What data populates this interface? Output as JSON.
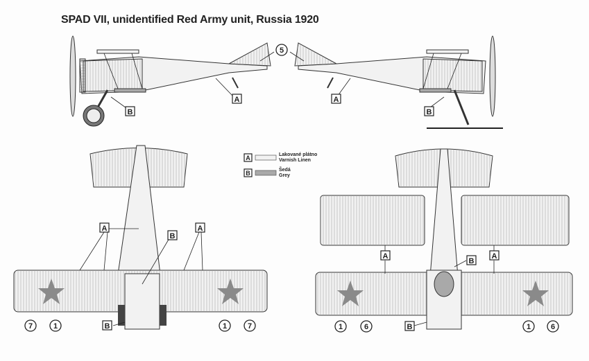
{
  "title": "SPAD VII, unidentified Red Army unit, Russia 1920",
  "legend": [
    {
      "key": "A",
      "line1": "Lakované plátno",
      "line2": "Varnish Linen",
      "color": "#f2f2f2"
    },
    {
      "key": "B",
      "line1": "Šedá",
      "line2": "Grey",
      "color": "#a9a9a9"
    }
  ],
  "callouts": {
    "A": "A",
    "B": "B",
    "n1": "1",
    "n5": "5",
    "n6": "6",
    "n7": "7"
  }
}
